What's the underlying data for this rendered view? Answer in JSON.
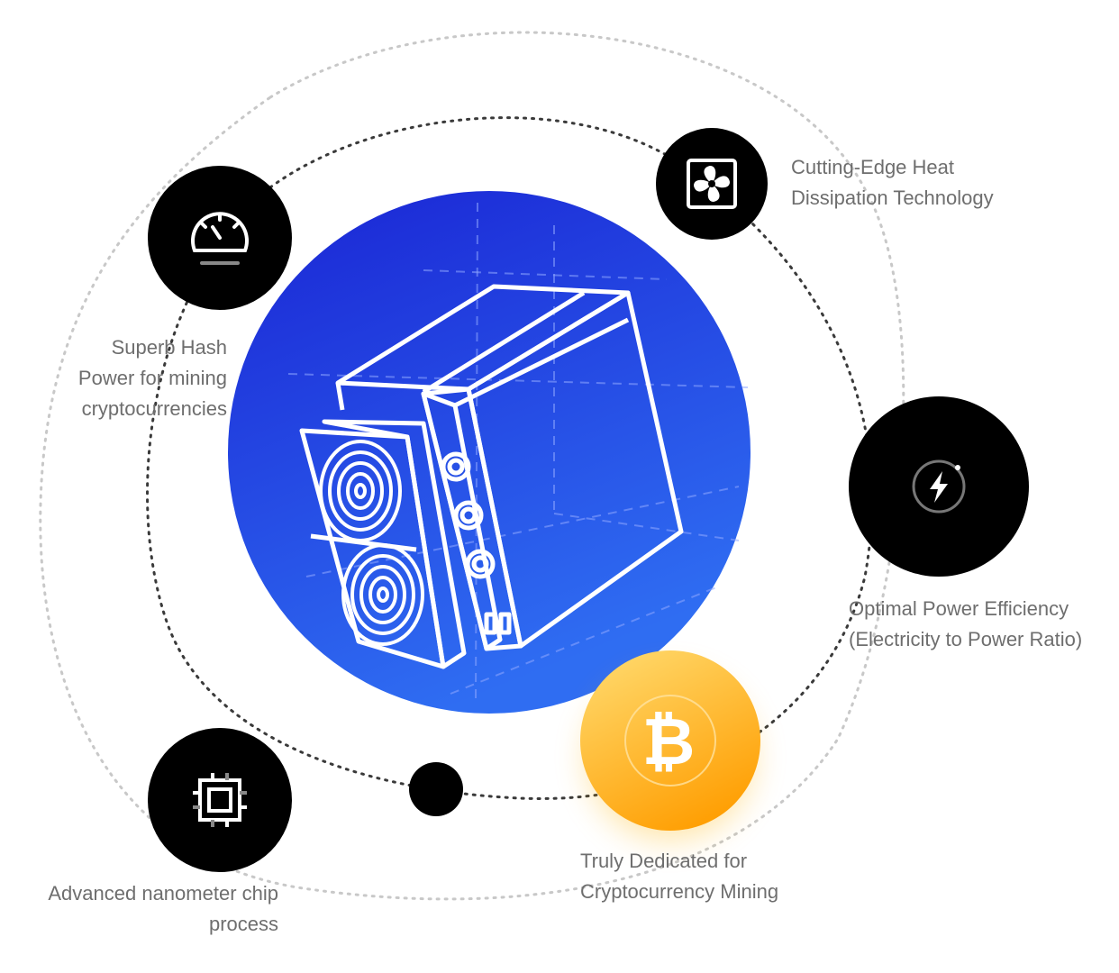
{
  "features": {
    "hash_power": {
      "lines": [
        "Superb Hash",
        "Power for mining",
        "cryptocurrencies"
      ],
      "icon": "speedometer-icon"
    },
    "heat": {
      "lines": [
        "Cutting-Edge Heat",
        "Dissipation Technology"
      ],
      "icon": "fan-icon"
    },
    "power": {
      "lines": [
        "Optimal Power Efficiency",
        "(Electricity to Power Ratio)"
      ],
      "icon": "lightning-icon"
    },
    "crypto": {
      "lines": [
        "Truly Dedicated for",
        "Cryptocurrency Mining"
      ],
      "icon": "bitcoin-icon"
    },
    "chip": {
      "lines": [
        "Advanced nanometer chip",
        "process"
      ],
      "icon": "chip-icon"
    }
  },
  "colors": {
    "center_gradient_top": "#1a24d4",
    "center_gradient_bottom": "#2f6df2",
    "bitcoin_gradient_top": "#ffd86a",
    "bitcoin_gradient_bottom": "#ff9d00",
    "node": "#000000",
    "label": "#6e6e6e"
  }
}
